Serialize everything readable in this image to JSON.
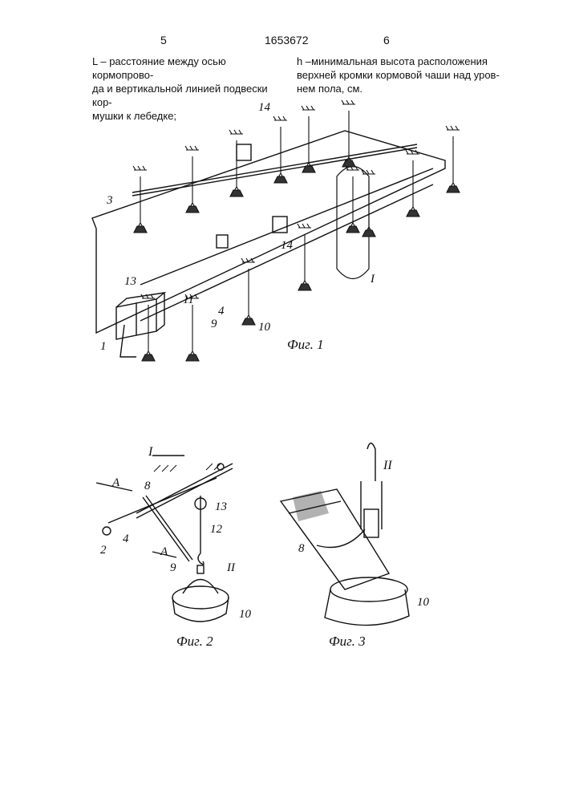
{
  "header": {
    "page_left": "5",
    "doc_number": "1653672",
    "page_right": "6"
  },
  "text": {
    "left": [
      "L – расстояние между осью кормопрово-",
      "да и вертикальной линией подвески кор-",
      "мушки к лебедке;"
    ],
    "right": [
      "h  –минимальная высота расположения",
      "верхней кромки кормовой чаши над уров-",
      "нем пола, см."
    ]
  },
  "fig1": {
    "caption": "Фиг. 1",
    "labels": {
      "l14a": "14",
      "l3": "3",
      "l14b": "14",
      "l13": "13",
      "lI": "I",
      "l11": "11",
      "l4": "4",
      "l9": "9",
      "l10": "10",
      "l1": "1"
    }
  },
  "fig2": {
    "caption": "Фиг. 2",
    "labels": {
      "title": "I",
      "l8": "8",
      "lA1": "A",
      "l13": "13",
      "l12": "12",
      "l2": "2",
      "l4": "4",
      "lA2": "A",
      "l9": "9",
      "lII": "II",
      "l10": "10"
    }
  },
  "fig3": {
    "caption": "Фиг. 3",
    "labels": {
      "title": "II",
      "l8": "8",
      "l10": "10"
    }
  }
}
